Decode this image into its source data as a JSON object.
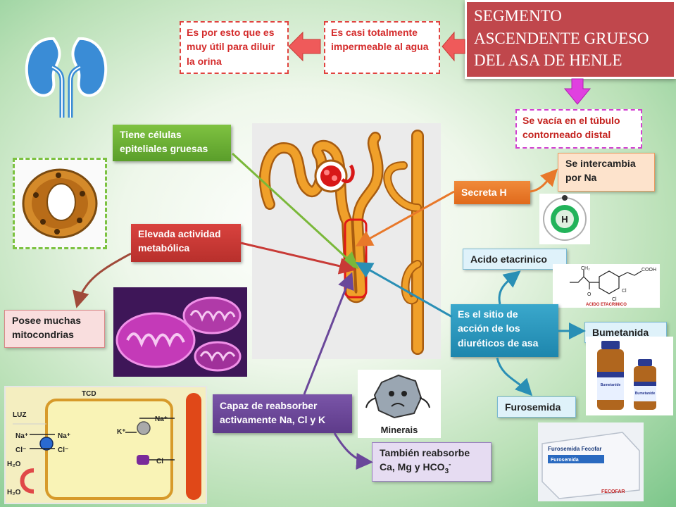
{
  "title": "SEGMENTO ASCENDENTE GRUESO DEL ASA DE HENLE",
  "top_boxes": {
    "dilute": "Es por esto que es muy útil para diluir la orina",
    "impermeable": "Es casi totalmente impermeable al agua",
    "drains": "Se vacía en el túbulo contorneado distal"
  },
  "left_boxes": {
    "cells": "Tiene células epiteliales gruesas",
    "metabolic": "Elevada actividad metabólica",
    "mitochondria": "Posee muchas mitocondrias"
  },
  "right_boxes": {
    "secretes": "Secreta H",
    "exchange": "Se intercambia por Na",
    "site": "Es el sitio de acción de los diuréticos de asa",
    "drug1": "Acido etacrinico",
    "drug2": "Bumetanida",
    "drug3": "Furosemida"
  },
  "bottom_boxes": {
    "reabsorb": "Capaz de reabsorber activamente Na, Cl y K",
    "also_main": "También reabsorbe Ca, Mg y HCO",
    "also_sub": "3",
    "also_sup": "-"
  },
  "image_text": {
    "hydrogen": "H",
    "minerals": "Minerais",
    "tcd": "TCD",
    "luz": "LUZ",
    "na_plus": "Na⁺",
    "cl_minus": "Cl⁻",
    "k_plus": "K⁺",
    "h2o": "H₂O",
    "acid_label": "ACIDO ETACRINICO",
    "acid_ch2": "CH₂",
    "acid_cooh": "COOH",
    "acid_o": "O",
    "acid_cl": "Cl",
    "bumet_label": "Bumetanide",
    "furo_brand": "Furosemida Fecofar",
    "furo_name": "Furosemida",
    "furo_maker": "FECOFAR"
  },
  "colors": {
    "title_bg": "#c0474c",
    "green": "#6aaf33",
    "red": "#c83a36",
    "orange": "#e8782a",
    "blue": "#2898c0",
    "purple": "#6a479a",
    "magenta": "#e040e0"
  }
}
